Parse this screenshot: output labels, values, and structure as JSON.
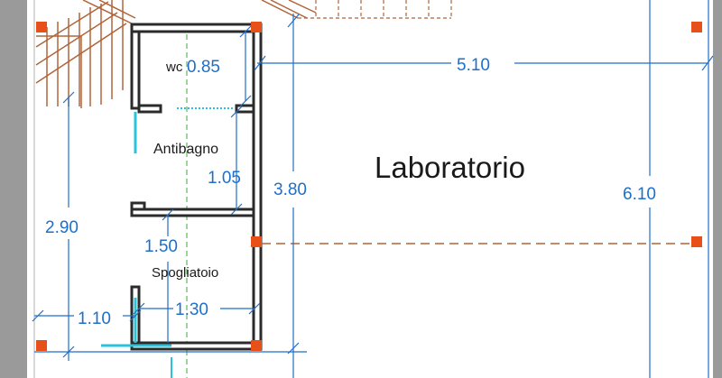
{
  "rooms": {
    "laboratorio": "Laboratorio",
    "wc": "wc",
    "antibagno": "Antibagno",
    "spogliatoio": "Spogliatoio"
  },
  "dimensions": {
    "wc_width": "0.85",
    "lab_width": "5.10",
    "antibagno_depth": "1.05",
    "corridor_height": "3.80",
    "lab_height": "6.10",
    "left_height": "2.90",
    "spogliatoio_depth": "1.50",
    "left_offset": "1.10",
    "spogliatoio_width": "1.30"
  },
  "colors": {
    "wall": "#2b2b2b",
    "dimension": "#1e6fc9",
    "pillar": "#e8501a",
    "stair": "#b0653a",
    "door": "#29c4d9",
    "axis": "#3caa3c",
    "frame": "#9a9a9a"
  }
}
